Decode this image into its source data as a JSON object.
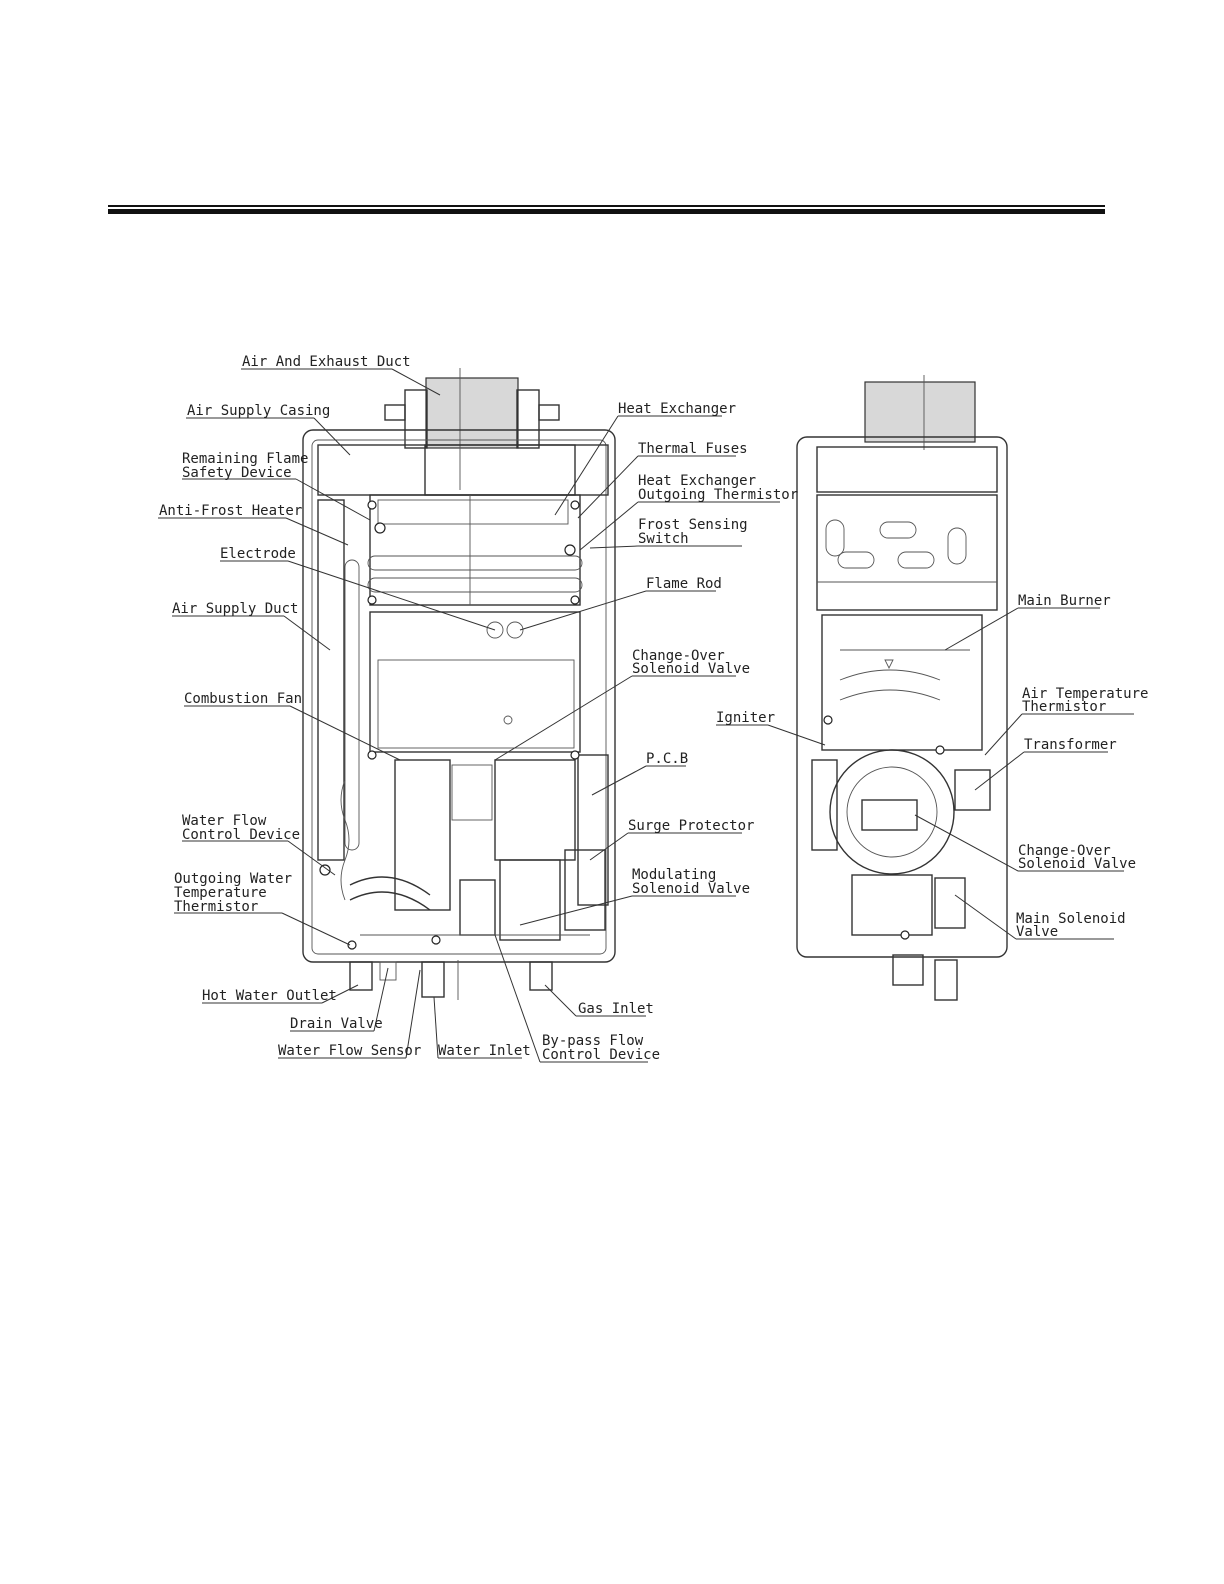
{
  "labels": {
    "air_exhaust_duct": "Air And Exhaust Duct",
    "air_supply_casing": "Air Supply Casing",
    "remaining_flame_1": "Remaining Flame",
    "remaining_flame_2": "Safety Device",
    "anti_frost_heater": "Anti-Frost Heater",
    "electrode": "Electrode",
    "air_supply_duct": "Air Supply Duct",
    "combustion_fan": "Combustion Fan",
    "water_flow_control_1": "Water Flow",
    "water_flow_control_2": "Control Device",
    "outgoing_water_1": "Outgoing Water",
    "outgoing_water_2": "Temperature",
    "outgoing_water_3": "Thermistor",
    "hot_water_outlet": "Hot Water Outlet",
    "drain_valve": "Drain Valve",
    "water_flow_sensor": "Water Flow Sensor",
    "water_inlet": "Water Inlet",
    "bypass_1": "By-pass Flow",
    "bypass_2": "Control Device",
    "gas_inlet": "Gas Inlet",
    "heat_exchanger": "Heat Exchanger",
    "thermal_fuses": "Thermal Fuses",
    "hx_thermistor_1": "Heat Exchanger",
    "hx_thermistor_2": "Outgoing Thermistor",
    "frost_switch_1": "Frost Sensing",
    "frost_switch_2": "Switch",
    "flame_rod": "Flame Rod",
    "changeover_1": "Change-Over",
    "changeover_2": "Solenoid Valve",
    "pcb": "P.C.B",
    "surge_protector": "Surge Protector",
    "modulating_1": "Modulating",
    "modulating_2": "Solenoid Valve",
    "main_burner": "Main Burner",
    "air_temp_1": "Air Temperature",
    "air_temp_2": "Thermistor",
    "igniter": "Igniter",
    "transformer": "Transformer",
    "side_changeover_1": "Change-Over",
    "side_changeover_2": "Solenoid Valve",
    "main_solenoid_1": "Main Solenoid",
    "main_solenoid_2": "Valve"
  }
}
